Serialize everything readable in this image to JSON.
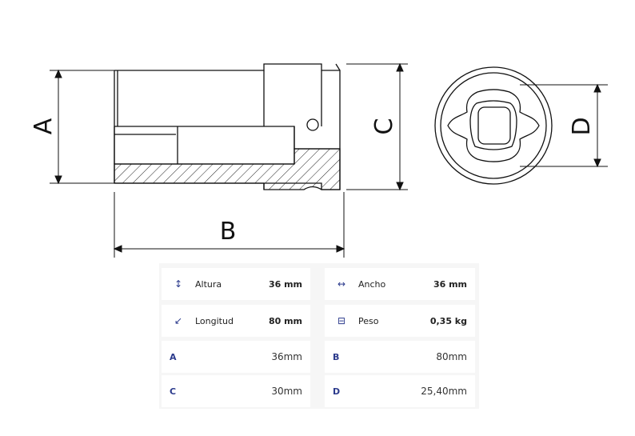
{
  "drawing": {
    "label_a": "A",
    "label_b": "B",
    "label_c": "C",
    "label_d": "D"
  },
  "specs": {
    "altura": {
      "label": "Altura",
      "value": "36 mm",
      "icon": "vertical-arrows-icon"
    },
    "ancho": {
      "label": "Ancho",
      "value": "36 mm",
      "icon": "horizontal-arrows-icon"
    },
    "longitud": {
      "label": "Longitud",
      "value": "80 mm",
      "icon": "diagonal-arrow-icon"
    },
    "peso": {
      "label": "Peso",
      "value": "0,35 kg",
      "icon": "weight-icon"
    },
    "a": {
      "label": "A",
      "value": "36mm"
    },
    "b": {
      "label": "B",
      "value": "80mm"
    },
    "c": {
      "label": "C",
      "value": "30mm"
    },
    "d": {
      "label": "D",
      "value": "25,40mm"
    }
  },
  "colors": {
    "accent": "#2b3a8c",
    "line": "#111111"
  }
}
